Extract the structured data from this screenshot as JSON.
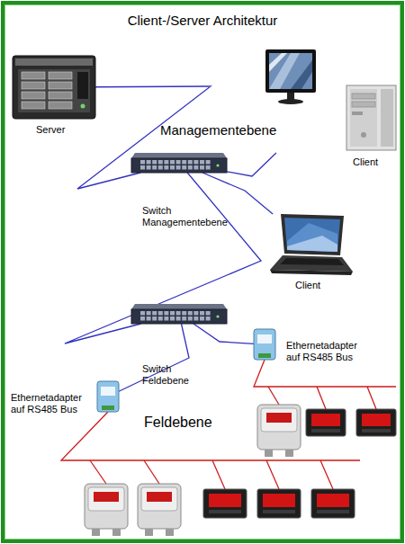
{
  "diagram": {
    "title": "Client-/Server Architektur",
    "nodes": [
      {
        "text": [
          "Server"
        ]
      },
      {
        "text": [
          "Client"
        ]
      },
      {
        "text": [
          "Switch Managementebene"
        ]
      },
      {
        "text": [
          "Client"
        ]
      },
      {
        "text": [
          "Switch Feldebene"
        ]
      },
      {
        "text": [
          "Ethernetadapter auf RS485 Bus"
        ]
      },
      {
        "text": [
          "Ethernetadapter auf RS485 Bus"
        ]
      }
    ],
    "edges": [
      {
        "from": 0,
        "to": 2,
        "arrow": "none"
      },
      {
        "from": 1,
        "to": 2,
        "arrow": "none"
      },
      {
        "from": 2,
        "to": 3,
        "arrow": "none"
      },
      {
        "from": 2,
        "to": 4,
        "arrow": "none"
      },
      {
        "from": 4,
        "to": 5,
        "arrow": "none"
      },
      {
        "from": 4,
        "to": 6,
        "arrow": "none"
      }
    ],
    "labels": [
      "Managementebene",
      "Feldebene"
    ]
  }
}
